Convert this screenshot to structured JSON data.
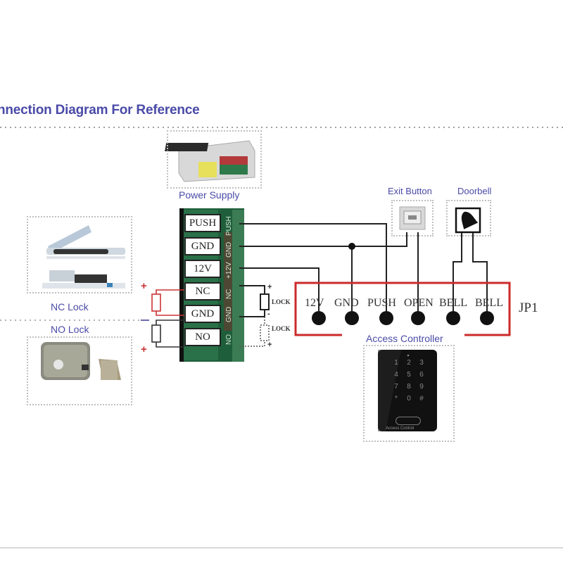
{
  "title": "nnection Diagram For Reference",
  "components": {
    "power_supply": {
      "label": "Power Supply"
    },
    "nc_lock": {
      "label": "NC Lock"
    },
    "no_lock": {
      "label": "NO Lock"
    },
    "exit_button": {
      "label": "Exit Button"
    },
    "doorbell": {
      "label": "Doorbell"
    },
    "access_controller": {
      "label": "Access Controller",
      "keypad_keys": [
        "1",
        "2",
        "3",
        "4",
        "5",
        "6",
        "7",
        "8",
        "9",
        "*",
        "0",
        "#"
      ],
      "panel_text": "Access Control"
    }
  },
  "power_terminals": [
    "PUSH",
    "GND",
    "12V",
    "NC",
    "GND",
    "NO"
  ],
  "board_side_labels": [
    "PUSH",
    "GND",
    "+12V",
    "NC",
    "GND",
    "NO"
  ],
  "controller_terminals": [
    "12V",
    "GND",
    "PUSH",
    "OPEN",
    "BELL",
    "BELL"
  ],
  "connector_name": "JP1",
  "lock_labels": [
    "LOCK",
    "LOCK"
  ],
  "polarity": {
    "plus": "+",
    "minus": "-"
  },
  "colors": {
    "title": "#4a4aa8",
    "wire": "#222222",
    "controller_border": "#cc2a2a",
    "board_green": "#1f5e3a",
    "nc_lock_wire": "#cc3333"
  }
}
